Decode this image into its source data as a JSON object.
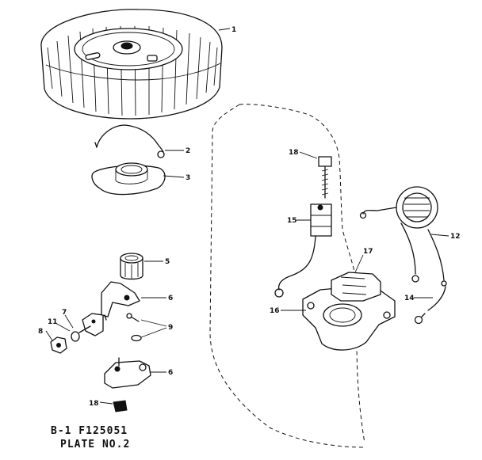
{
  "callouts": {
    "c1": "1",
    "c2": "2",
    "c3": "3",
    "c5": "5",
    "c6a": "6",
    "c7": "7",
    "c8": "8",
    "c11": "11",
    "c9": "9",
    "c6b": "6",
    "c18a": "18",
    "c18b": "18",
    "c15": "15",
    "c17": "17",
    "c16": "16",
    "c12": "12",
    "c14": "14"
  },
  "caption": {
    "line1": "B-1  F125051",
    "line2": "PLATE NO.2"
  }
}
